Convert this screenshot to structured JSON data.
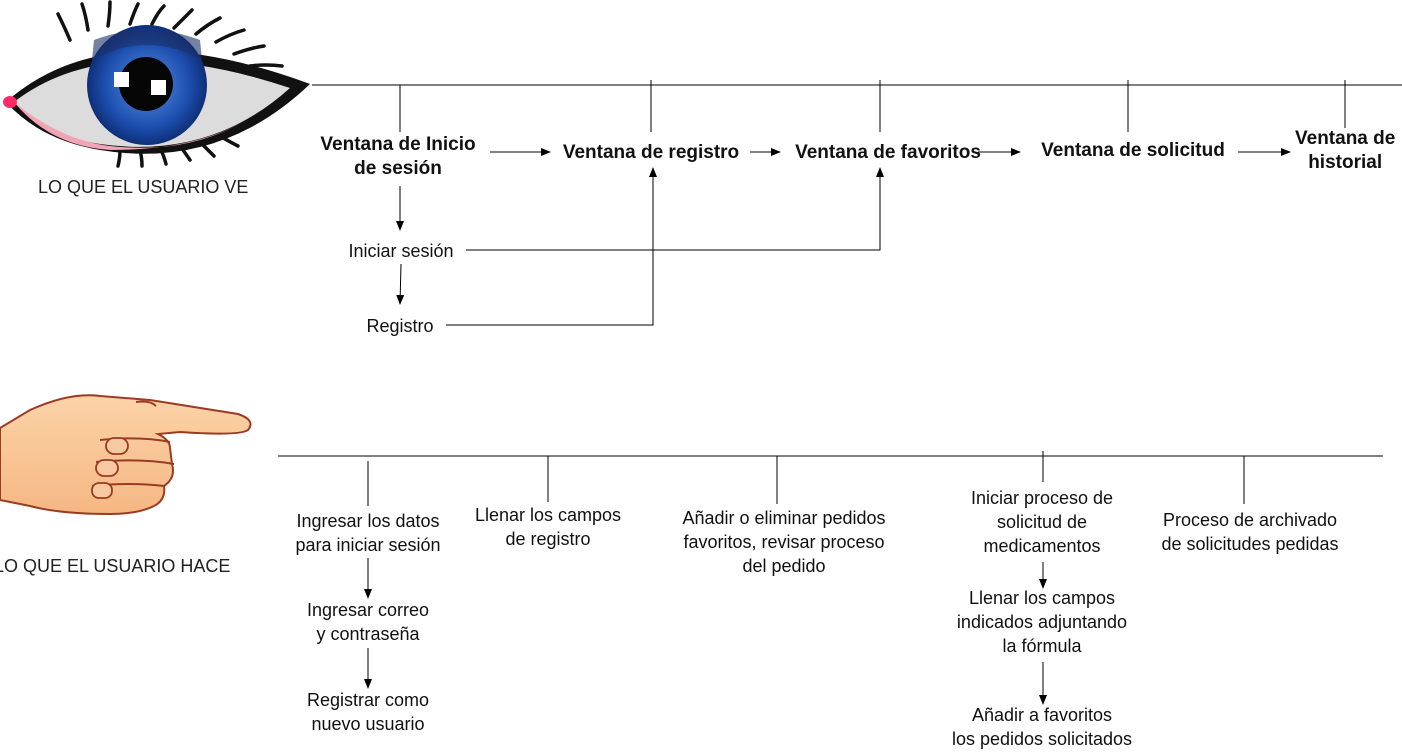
{
  "sees_section": {
    "caption": "LO QUE EL USUARIO VE",
    "windows": [
      {
        "lines": [
          "Ventana de Inicio",
          "de sesión"
        ]
      },
      {
        "lines": [
          "Ventana de registro"
        ]
      },
      {
        "lines": [
          "Ventana de favoritos"
        ]
      },
      {
        "lines": [
          "Ventana de solicitud"
        ]
      },
      {
        "lines": [
          "Ventana de",
          "historial"
        ]
      }
    ],
    "sub_items": [
      "Iniciar sesión",
      "Registro"
    ]
  },
  "does_section": {
    "caption": "LO QUE EL USUARIO HACE",
    "login_steps": [
      [
        "Ingresar los datos",
        "para iniciar sesión"
      ],
      [
        "Ingresar correo",
        "y contraseña"
      ],
      [
        "Registrar como",
        "nuevo usuario"
      ]
    ],
    "register_action": [
      "Llenar los campos",
      "de registro"
    ],
    "favorites_action": [
      "Añadir o eliminar pedidos",
      "favoritos, revisar proceso",
      "del pedido"
    ],
    "request_steps": [
      [
        "Iniciar proceso de",
        "solicitud de",
        "medicamentos"
      ],
      [
        "Llenar los campos",
        "indicados adjuntando",
        "la fórmula"
      ],
      [
        "Añadir a favoritos",
        "los pedidos solicitados"
      ]
    ],
    "history_action": [
      "Proceso de archivado",
      "de solicitudes pedidas"
    ]
  }
}
